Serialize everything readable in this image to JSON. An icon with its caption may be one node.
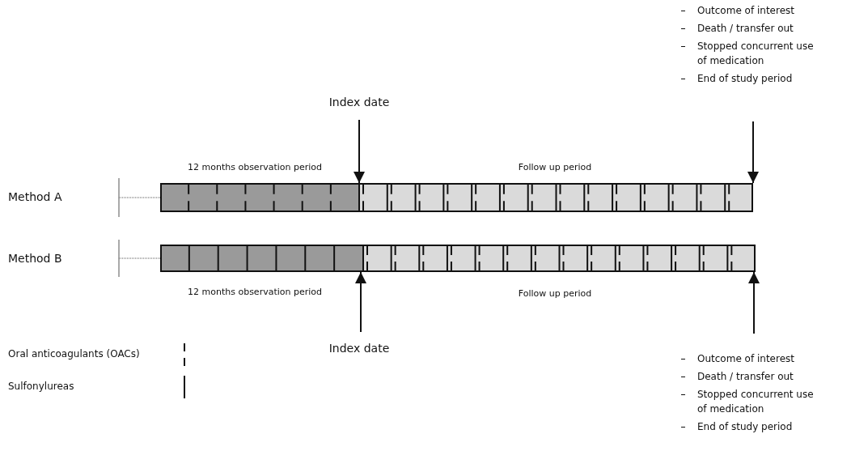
{
  "diagram": {
    "nodes": [
      {
        "text": [
          "Outcome of interest",
          "Death / transfer out",
          "Stopped concurrent use of medication",
          "End of study period"
        ]
      },
      {
        "text": [
          "Index date"
        ]
      },
      {
        "text": [],
        "shape": "bar"
      },
      {
        "text": [],
        "shape": "bar"
      },
      {
        "text": [
          "Index date"
        ]
      },
      {
        "text": [
          "Outcome of interest",
          "Death / transfer out",
          "Stopped concurrent use of medication",
          "End of study period"
        ]
      }
    ],
    "edges": [
      {
        "from": 1,
        "to": 2,
        "arrow": "to"
      },
      {
        "from": 0,
        "to": 2,
        "arrow": "to"
      },
      {
        "from": 4,
        "to": 3,
        "arrow": "to"
      },
      {
        "from": 5,
        "to": 3,
        "arrow": "to"
      }
    ],
    "labels": [
      "12 months observation period",
      "Follow up period",
      "Method A",
      "Method B",
      "12 months observation period",
      "Follow up period"
    ],
    "legend": [
      {
        "text": "Oral anticoagulants (OACs)"
      },
      {
        "text": "Sulfonylureas"
      }
    ]
  }
}
